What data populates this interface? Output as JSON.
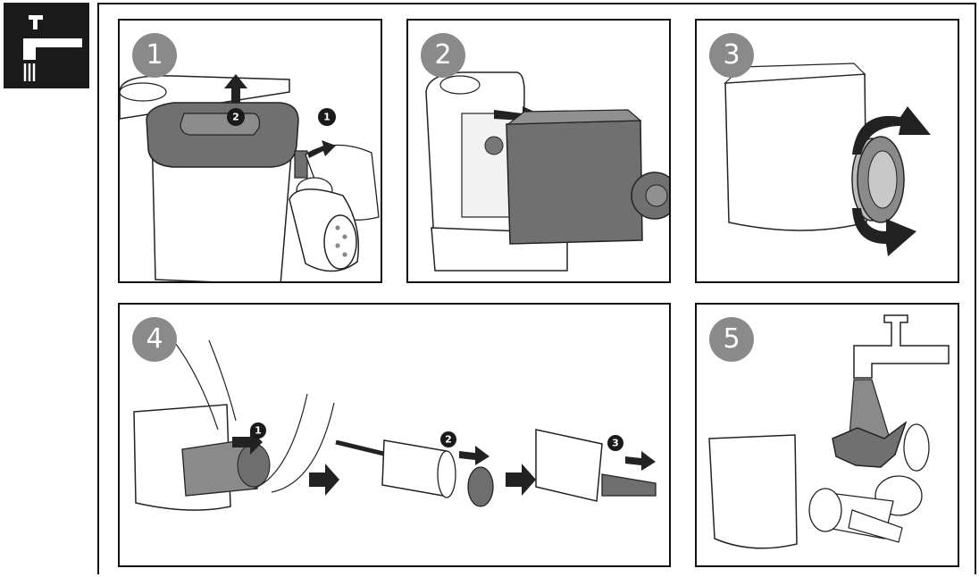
{
  "steps": [
    {
      "number": "1",
      "sub_markers": [
        "1",
        "2"
      ]
    },
    {
      "number": "2",
      "sub_markers": []
    },
    {
      "number": "3",
      "sub_markers": []
    },
    {
      "number": "4",
      "sub_markers": [
        "1",
        "2",
        "3"
      ]
    },
    {
      "number": "5",
      "sub_markers": []
    }
  ],
  "colors": {
    "badge": "#1a1a1a",
    "step_circle": "#8a8a8a",
    "part_dark": "#6e6e6e",
    "part_mid": "#9a9a9a"
  },
  "icons": [
    "tap-water-icon",
    "arrow-right-icon",
    "rotate-arrow-icon"
  ]
}
